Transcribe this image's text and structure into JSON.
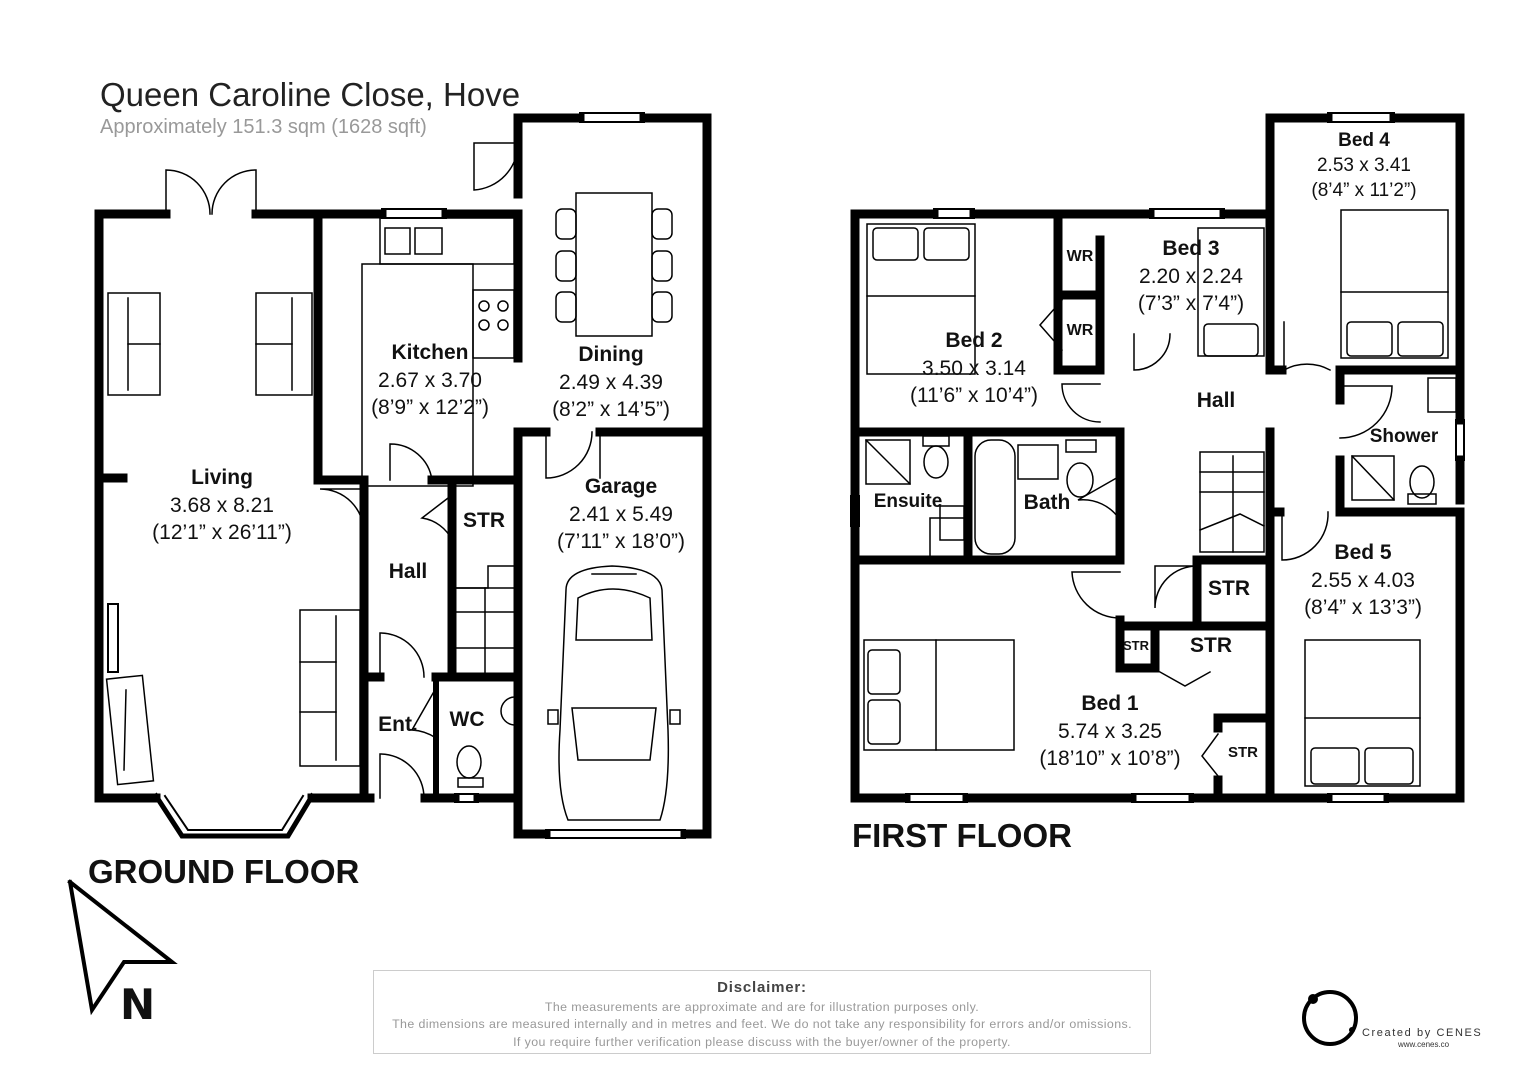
{
  "header": {
    "title": "Queen Caroline Close, Hove",
    "subtitle": "Approximately 151.3 sqm (1628 sqft)"
  },
  "floors": {
    "ground_label": "GROUND FLOOR",
    "first_label": "FIRST FLOOR"
  },
  "ground_rooms": {
    "living": {
      "name": "Living",
      "dims": "3.68 x 8.21",
      "imperial": "(12’1” x 26’11”)"
    },
    "kitchen": {
      "name": "Kitchen",
      "dims": "2.67 x 3.70",
      "imperial": "(8’9” x 12’2”)"
    },
    "dining": {
      "name": "Dining",
      "dims": "2.49 x 4.39",
      "imperial": "(8’2” x 14’5”)"
    },
    "garage": {
      "name": "Garage",
      "dims": "2.41 x 5.49",
      "imperial": "(7’11” x 18’0”)"
    },
    "hall": "Hall",
    "str": "STR",
    "ent": "Ent.",
    "wc": "WC"
  },
  "first_rooms": {
    "bed1": {
      "name": "Bed 1",
      "dims": "5.74 x 3.25",
      "imperial": "(18’10” x 10’8”)"
    },
    "bed2": {
      "name": "Bed 2",
      "dims": "3.50 x 3.14",
      "imperial": "(11’6” x 10’4”)"
    },
    "bed3": {
      "name": "Bed 3",
      "dims": "2.20 x 2.24",
      "imperial": "(7’3” x 7’4”)"
    },
    "bed4": {
      "name": "Bed 4",
      "dims": "2.53 x 3.41",
      "imperial": "(8’4” x 11’2”)"
    },
    "bed5": {
      "name": "Bed 5",
      "dims": "2.55 x 4.03",
      "imperial": "(8’4” x 13’3”)"
    },
    "hall": "Hall",
    "ensuite": "Ensuite",
    "bath": "Bath",
    "shower": "Shower",
    "wr": "WR",
    "str": "STR"
  },
  "compass": {
    "north": "N"
  },
  "disclaimer": {
    "heading": "Disclaimer:",
    "line1": "The measurements are approximate and are for illustration purposes only.",
    "line2": "The dimensions are measured internally and in metres and feet. We do not take any responsibility for errors and/or omissions.",
    "line3": "If you require further verification please discuss with the buyer/owner of the property."
  },
  "logo": {
    "text": "Created by CENES",
    "url": "www.cenes.co",
    "icon": "cenes-logo-icon"
  }
}
